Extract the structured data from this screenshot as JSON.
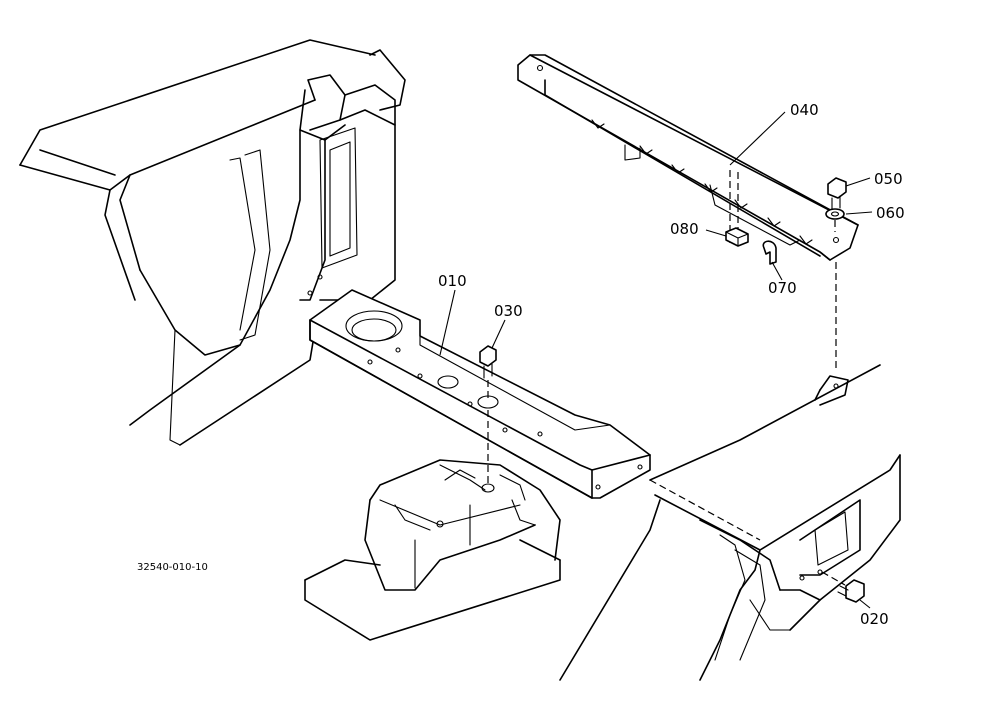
{
  "callouts": {
    "c010": "010",
    "c020": "020",
    "c030": "030",
    "c040": "040",
    "c050": "050",
    "c060": "060",
    "c070": "070",
    "c080": "080"
  },
  "reference_code": "32540-010-10"
}
